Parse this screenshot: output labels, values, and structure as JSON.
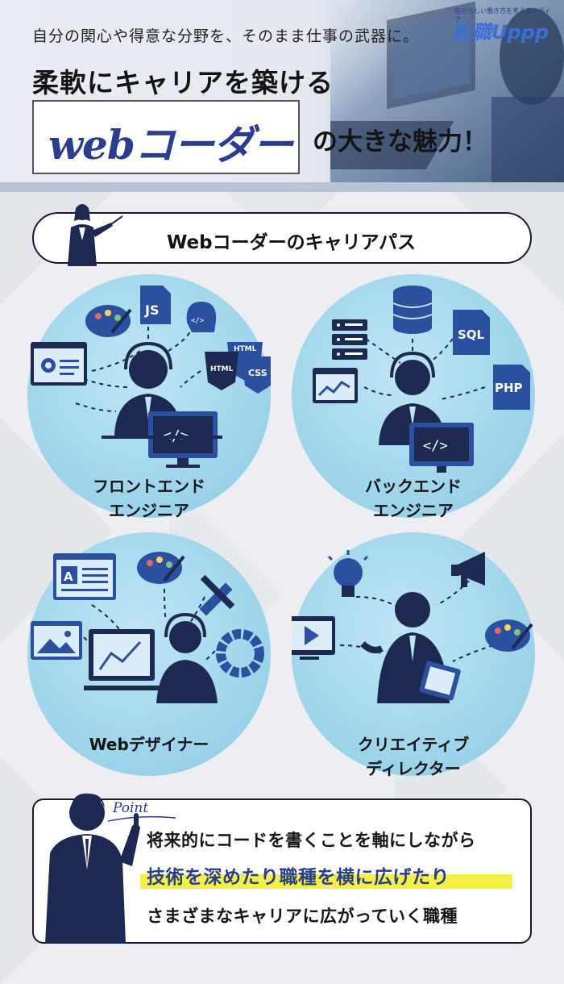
{
  "header": {
    "lead": "自分の関心や得意な分野を、そのまま仕事の武器に。",
    "headline": "柔軟にキャリアを築ける",
    "highlight": "webコーダー",
    "suffix": "の大きな魅力！",
    "logo_tagline": "自分らしい働き方を考えるメディア",
    "logo_name": "転職Uppp"
  },
  "section": {
    "title": "Webコーダーのキャリアパス"
  },
  "careers": [
    {
      "line1": "フロントエンド",
      "line2": "エンジニア",
      "icons": [
        "palette-icon",
        "js-file-icon",
        "ai-head-icon",
        "settings-window-icon",
        "html-css-shield-icon",
        "code-monitor-icon"
      ]
    },
    {
      "line1": "バックエンド",
      "line2": "エンジニア",
      "icons": [
        "server-icon",
        "database-icon",
        "sql-file-icon",
        "php-file-icon",
        "analytics-window-icon",
        "code-monitor-icon"
      ]
    },
    {
      "line1": "Webデザイナー",
      "line2": "",
      "icons": [
        "layout-window-icon",
        "palette-icon",
        "pencil-ruler-icon",
        "image-window-icon",
        "color-wheel-icon",
        "drawing-monitor-icon"
      ]
    },
    {
      "line1": "クリエイティブ",
      "line2": "ディレクター",
      "icons": [
        "lightbulb-icon",
        "megaphone-icon",
        "video-player-icon",
        "palette-icon",
        "clipboard-icon"
      ]
    }
  ],
  "point": {
    "tag": "Point",
    "line1": "将来的にコードを書くことを軸にしながら",
    "line2": "技術を深めたり職種を横に広げたり",
    "line3": "さまざまなキャリアに広がっていく職種"
  },
  "colors": {
    "navy": "#1c2a52",
    "accent_blue": "#2a3d8f",
    "circle": "#9ad3ea",
    "highlight_yellow": "#f3f04c"
  }
}
